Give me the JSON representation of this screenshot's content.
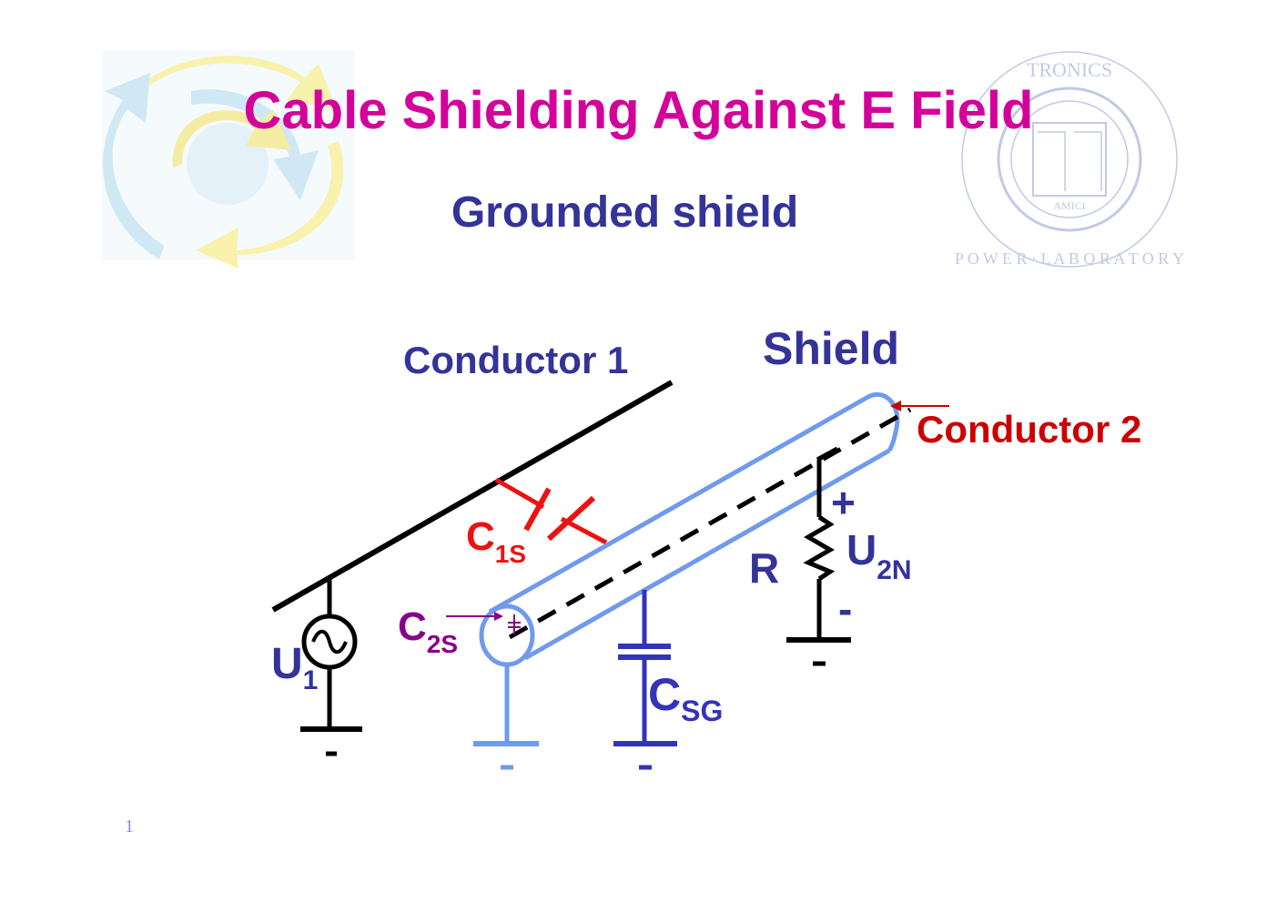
{
  "slide": {
    "title": "Cable Shielding Against E Field",
    "subtitle": "Grounded shield",
    "page_number": "1"
  },
  "logos": {
    "left": "arrows-logo",
    "right": "university-seal",
    "seal_text": "POWER ELECTRONICS LABORATORY"
  },
  "diagram": {
    "conductor1": "Conductor 1",
    "shield": "Shield",
    "conductor2": "Conductor 2",
    "c1s_main": "C",
    "c1s_sub": "1S",
    "c2s_main": "C",
    "c2s_sub": "2S",
    "csg_main": "C",
    "csg_sub": "SG",
    "u1_main": "U",
    "u1_sub": "1",
    "r": "R",
    "u2n_main": "U",
    "u2n_sub": "2N",
    "plus": "+",
    "minus": "-"
  },
  "colors": {
    "title": "#d4009a",
    "subtitle": "#333399",
    "shield": "#6f9aee",
    "c1s": "#ee1111",
    "c2s": "#880088",
    "csg": "#3333bb",
    "conductor2": "#cc0000",
    "wire": "#000000"
  }
}
